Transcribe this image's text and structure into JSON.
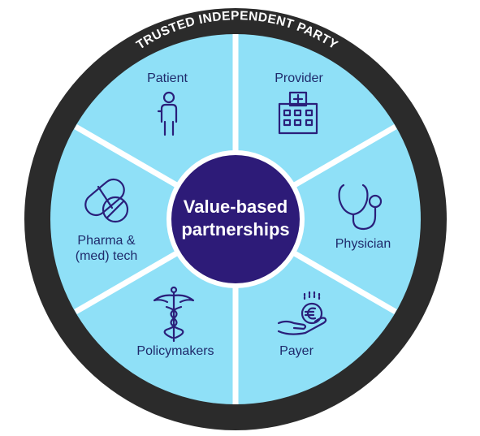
{
  "ring": {
    "text": "TRUSTED INDEPENDENT PARTY",
    "color": "#2b2b2b"
  },
  "center": {
    "line1": "Value-based",
    "line2": "partnerships",
    "color": "#2d1b78"
  },
  "segments": [
    {
      "label": "Patient",
      "icon": "person-icon"
    },
    {
      "label": "Provider",
      "icon": "hospital-icon"
    },
    {
      "label": "Physician",
      "icon": "stethoscope-icon"
    },
    {
      "label": "Payer",
      "icon": "euro-coin-hand-icon"
    },
    {
      "label": "Policymakers",
      "icon": "caduceus-icon"
    },
    {
      "label_line1": "Pharma &",
      "label_line2": "(med) tech",
      "icon": "pills-icon"
    }
  ],
  "colors": {
    "segment_fill": "#8fe0f7",
    "divider": "#ffffff",
    "text": "#1f2a6b",
    "icon_stroke": "#2a1f7a"
  }
}
